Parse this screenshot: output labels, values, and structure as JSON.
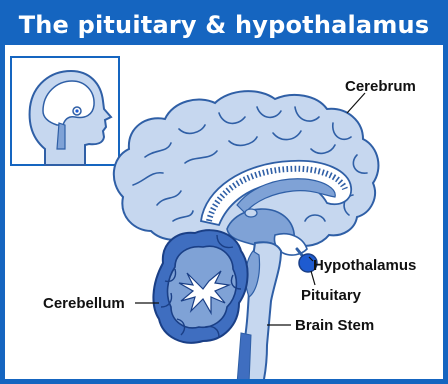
{
  "title": "The pituitary & hypothalamus",
  "colors": {
    "frame_blue": "#1565c0",
    "brain_light": "#c6d7ef",
    "brain_outline": "#2f5fa6",
    "brain_mid": "#7fa2d6",
    "cerebellum_dark": "#3f6ec0",
    "pituitary": "#1e5bd0"
  },
  "labels": {
    "cerebrum": "Cerebrum",
    "hypothalamus": "Hypothalamus",
    "pituitary": "Pituitary",
    "cerebellum": "Cerebellum",
    "brain_stem": "Brain Stem"
  },
  "inset": {
    "icon": "head-profile-icon"
  }
}
